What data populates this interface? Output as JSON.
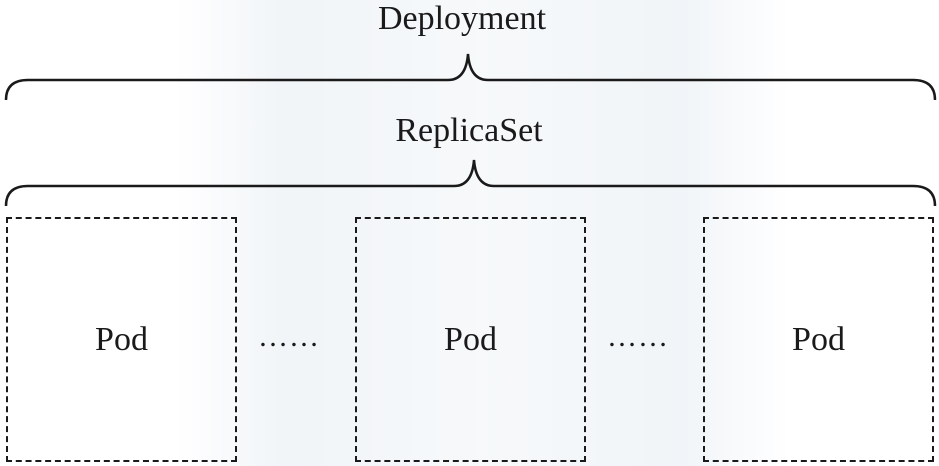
{
  "deployment": {
    "label": "Deployment"
  },
  "replicaset": {
    "label": "ReplicaSet"
  },
  "pods": [
    {
      "label": "Pod"
    },
    {
      "label": "Pod"
    },
    {
      "label": "Pod"
    }
  ],
  "separators": [
    {
      "text": "……"
    },
    {
      "text": "……"
    }
  ],
  "colors": {
    "line": "#1a1a1a",
    "background": "#ffffff"
  }
}
